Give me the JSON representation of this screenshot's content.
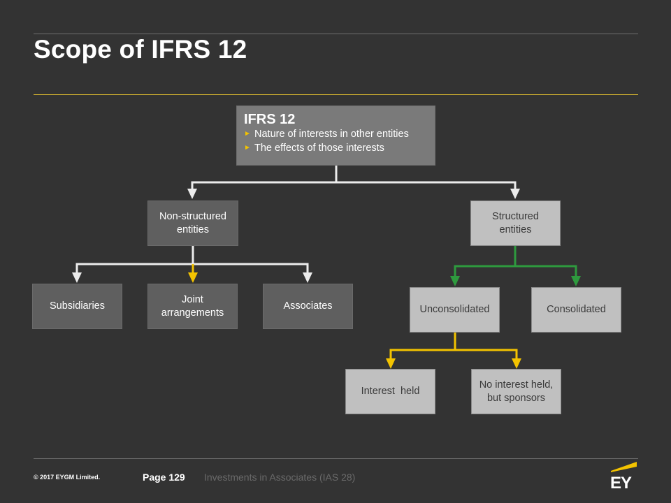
{
  "title": "Scope of IFRS 12",
  "root": {
    "title": "IFRS 12",
    "items": [
      "Nature of interests in other entities",
      "The effects of those interests"
    ]
  },
  "nodes": {
    "non_structured": "Non-structured entities",
    "structured": "Structured entities",
    "subsidiaries": "Subsidiaries",
    "joint_arrangements": "Joint arrangements",
    "associates": "Associates",
    "unconsolidated": "Unconsolidated",
    "consolidated": "Consolidated",
    "interest_held": "Interest  held",
    "no_interest_sponsors": "No interest held, but sponsors"
  },
  "colors": {
    "white_connector": "#ececec",
    "yellow_connector": "#f3c300",
    "green_connector": "#2e9a3e",
    "accent": "#f3c300"
  },
  "footer": {
    "copyright": "© 2017 EYGM  Limited.",
    "page": "Page 129",
    "topic": "Investments in Associates  (IAS 28)",
    "logo": "EY"
  }
}
